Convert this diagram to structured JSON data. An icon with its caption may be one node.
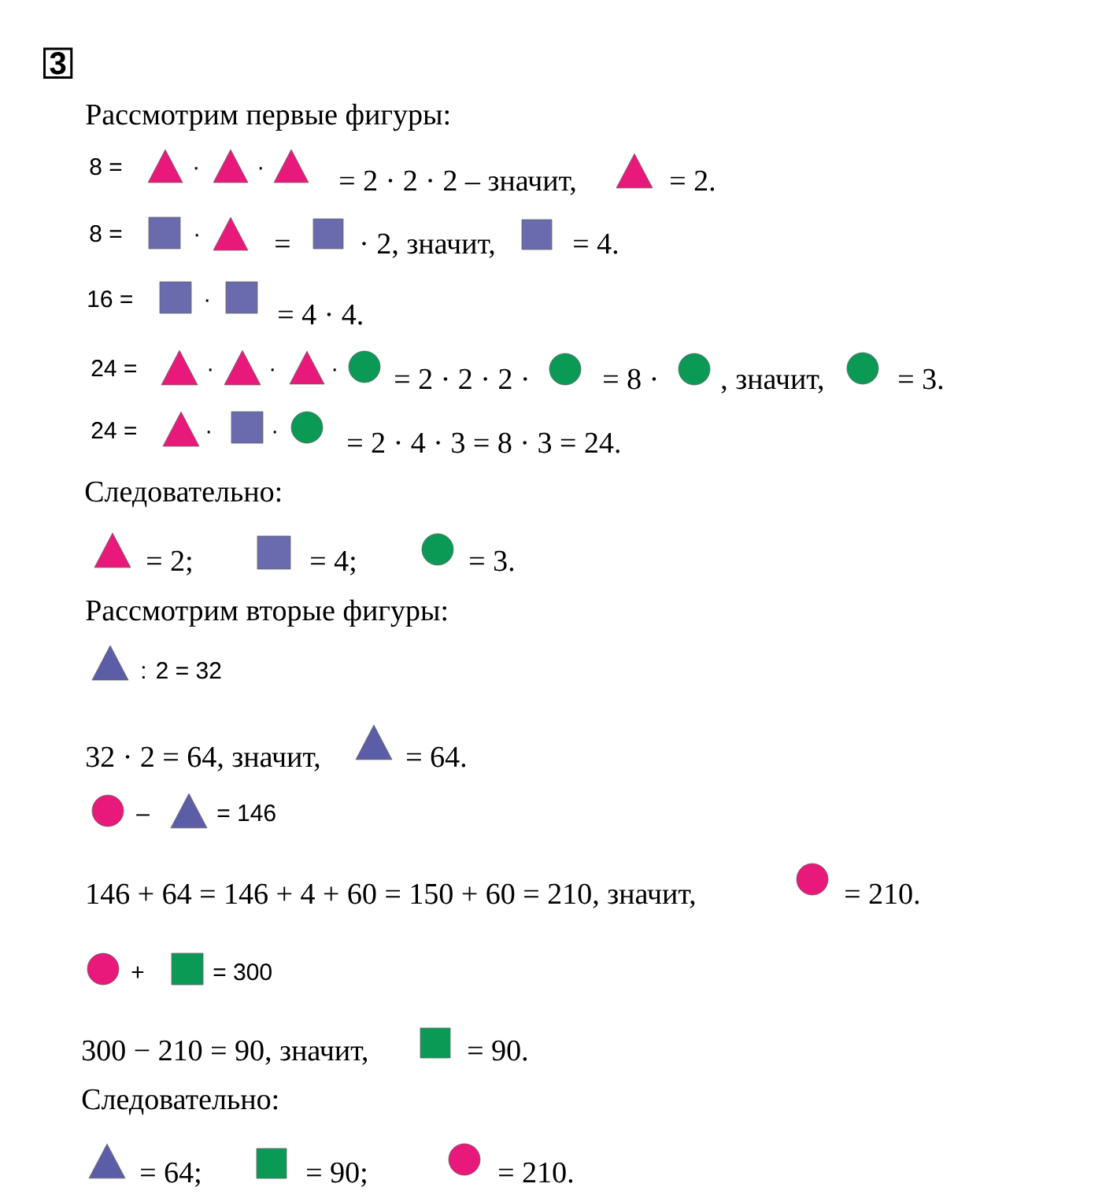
{
  "diagram": {
    "labels": [
      "3",
      "Рассмотрим первые фигуры:",
      "8 =",
      "·",
      "·",
      "= 2 · 2 · 2 – значит,",
      "= 2.",
      "8 =",
      "·",
      "=",
      "· 2, значит,",
      "= 4.",
      "16 =",
      "·",
      "= 4 · 4.",
      "24 =",
      "·",
      "·",
      "·",
      "= 2 · 2 · 2 ·",
      "= 8 ·",
      ", значит,",
      "= 3.",
      "24 =",
      "·",
      "·",
      "= 2 · 4 · 3 = 8 · 3 = 24.",
      "Следовательно:",
      "= 2;",
      "= 4;",
      "= 3.",
      "Рассмотрим вторые фигуры:",
      ": 2 = 32",
      "32 · 2 = 64, значит,",
      "= 64.",
      "–",
      "= 146",
      "146 + 64 = 146 + 4 + 60 = 150 + 60 = 210, значит,",
      "= 210.",
      "+",
      "= 300",
      "300 − 210 = 90, значит,",
      "= 90.",
      "Следовательно:",
      "= 64;",
      "= 90;",
      "= 210."
    ]
  }
}
